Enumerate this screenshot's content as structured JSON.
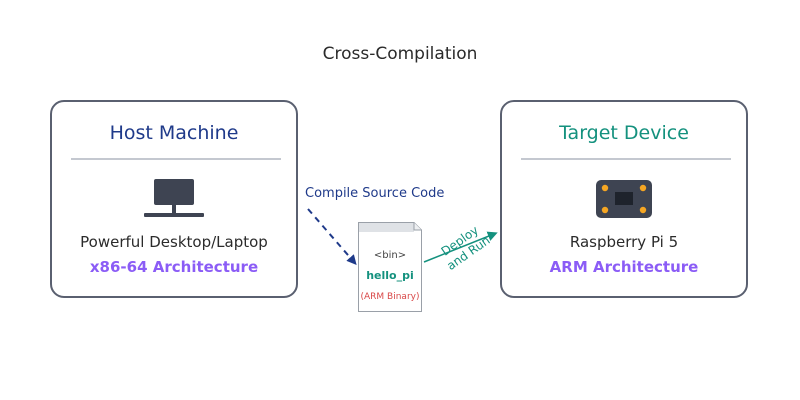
{
  "title": "Cross-Compilation",
  "host": {
    "heading": "Host Machine",
    "description": "Powerful Desktop/Laptop",
    "architecture": "x86-64 Architecture",
    "icon": "desktop-monitor-icon"
  },
  "target": {
    "heading": "Target Device",
    "description": "Raspberry Pi 5",
    "architecture": "ARM Architecture",
    "icon": "chip-board-icon"
  },
  "binary": {
    "tag": "<bin>",
    "name": "hello_pi",
    "type": "(ARM Binary)",
    "icon": "document-icon"
  },
  "arrows": {
    "compile_label": "Compile Source Code",
    "deploy_line1": "Deploy",
    "deploy_line2": "and Run"
  },
  "colors": {
    "host_heading": "#1f3a8a",
    "target_heading": "#14917e",
    "architecture": "#8b5cf6",
    "binary_type": "#d94848",
    "compile_arrow": "#1f3a8a",
    "deploy_arrow": "#14917e"
  }
}
